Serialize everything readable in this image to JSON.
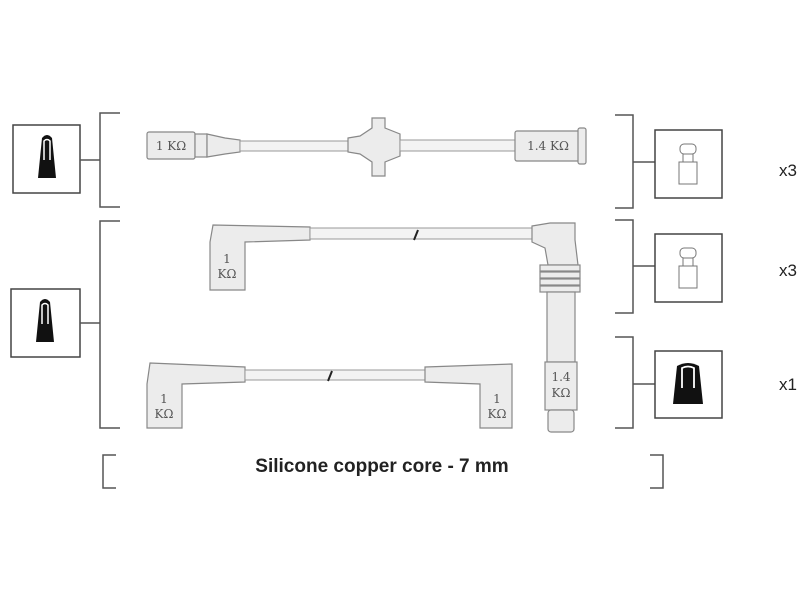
{
  "cables": {
    "cable_1": {
      "left_resistance": "1 KΩ",
      "right_resistance": "1.4 KΩ"
    },
    "cable_2": {
      "left_resistance_value": "1",
      "left_resistance_unit": "KΩ",
      "right_resistance_value": "1.4",
      "right_resistance_unit": "KΩ"
    },
    "cable_3": {
      "left_resistance_value": "1",
      "left_resistance_unit": "KΩ",
      "right_resistance_value": "1",
      "right_resistance_unit": "KΩ"
    }
  },
  "quantities": [
    "x3",
    "x3",
    "x1"
  ],
  "caption": "Silicone copper core - 7 mm",
  "colors": {
    "line": "#555555",
    "connector_fill": "#111111",
    "part_fill": "#ececec"
  }
}
